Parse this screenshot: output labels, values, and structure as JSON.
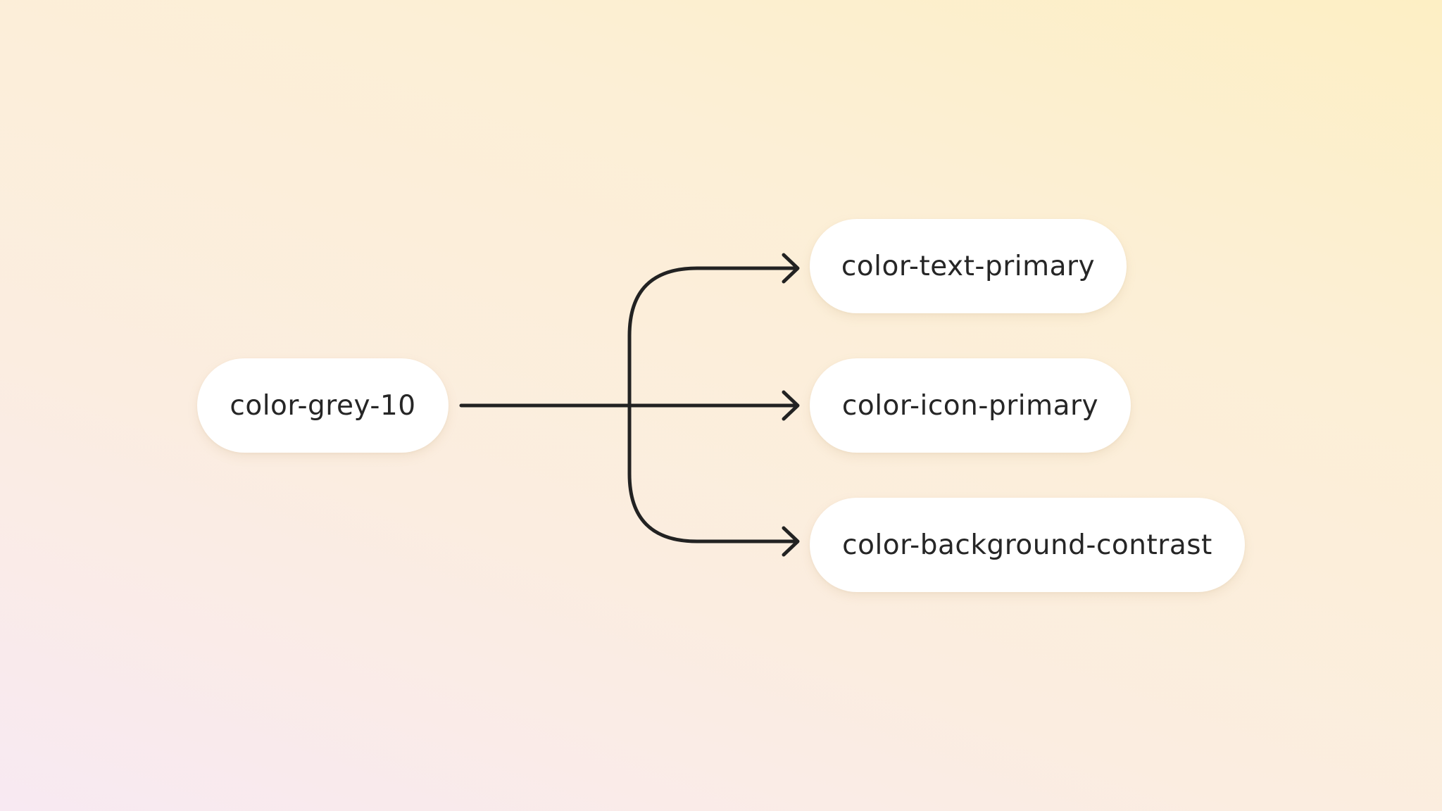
{
  "diagram": {
    "source": {
      "label": "color-grey-10"
    },
    "targets": [
      {
        "label": "color-text-primary"
      },
      {
        "label": "color-icon-primary"
      },
      {
        "label": "color-background-contrast"
      }
    ]
  },
  "colors": {
    "line": "#222222",
    "pill_background": "#ffffff",
    "text": "#262626"
  }
}
